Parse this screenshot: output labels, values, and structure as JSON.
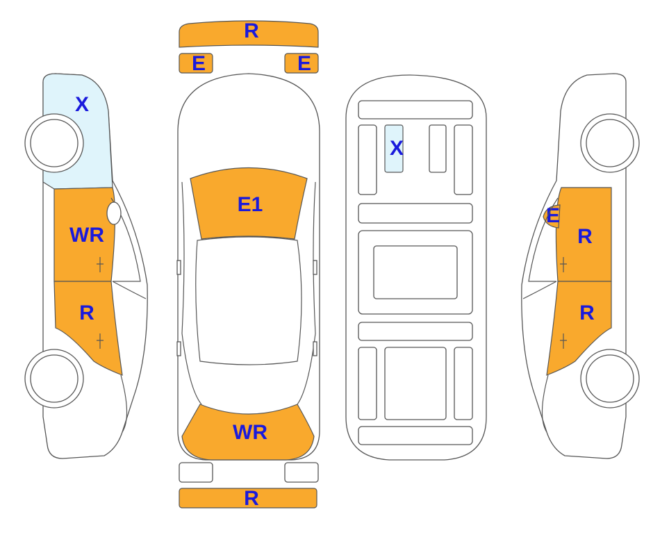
{
  "colors": {
    "orange": "#f9a92d",
    "lightblue": "#dff4fb",
    "outline": "#555555",
    "label": "#1a1adc"
  },
  "labels": {
    "front_bumper": "R",
    "left_headlight": "E",
    "right_headlight": "E",
    "hood": "E1",
    "trunk": "WR",
    "rear_bumper": "R",
    "left_fender": "X",
    "left_front_door": "WR",
    "left_rear_door": "R",
    "interior_seat": "X",
    "right_mirror": "E",
    "right_front_door": "R",
    "right_rear_door": "R"
  }
}
